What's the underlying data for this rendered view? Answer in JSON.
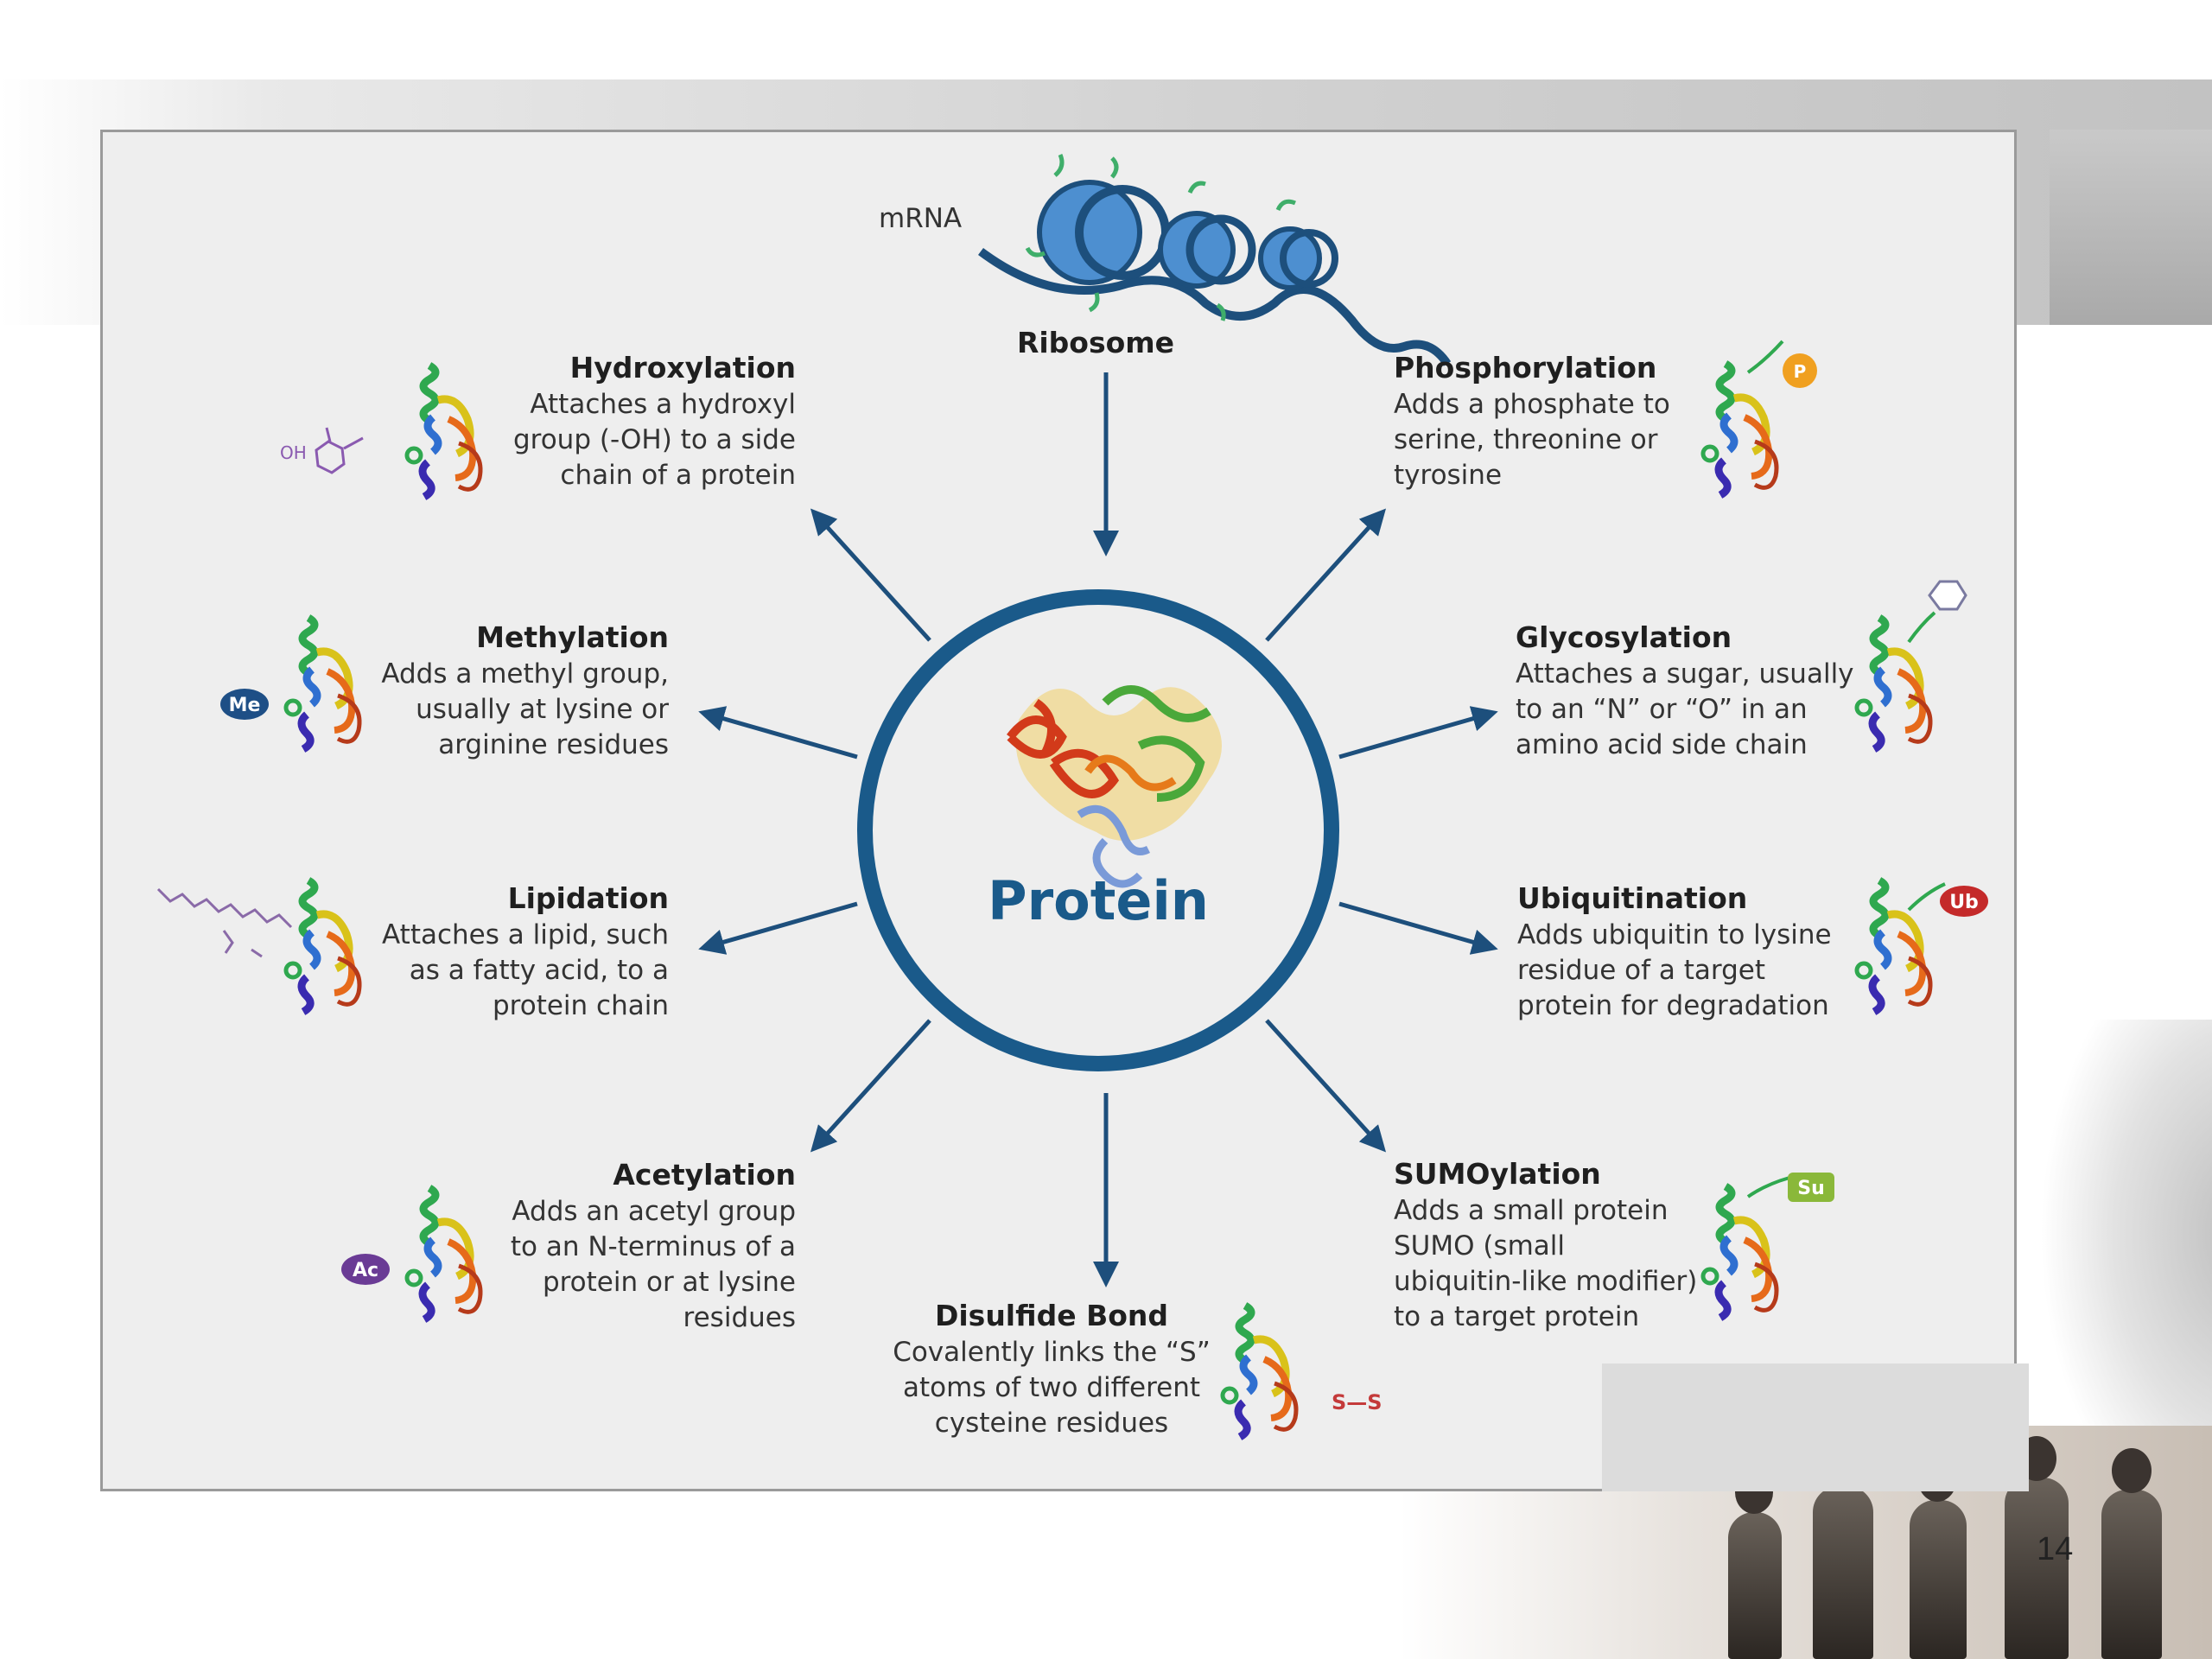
{
  "top": {
    "mrna_label": "mRNA",
    "ribosome_label": "Ribosome"
  },
  "center": {
    "label": "Protein"
  },
  "modifications": [
    {
      "title": "Hydroxylation",
      "lines": [
        "Attaches a hydroxyl",
        "group (-OH)  to a side",
        "chain of a protein"
      ],
      "tag": "OH"
    },
    {
      "title": "Methylation",
      "lines": [
        "Adds a methyl group,",
        "usually at lysine or",
        "arginine residues"
      ],
      "tag": "Me"
    },
    {
      "title": "Lipidation",
      "lines": [
        "Attaches a lipid, such",
        "as a fatty acid, to a",
        "protein chain"
      ],
      "tag": ""
    },
    {
      "title": "Acetylation",
      "lines": [
        "Adds an acetyl group",
        "to an N-terminus of a",
        "protein or at lysine",
        "residues"
      ],
      "tag": "Ac"
    },
    {
      "title": "Disulfide Bond",
      "lines": [
        "Covalently links the “S”",
        "atoms of two different",
        "cysteine residues"
      ],
      "tag": "S—S"
    },
    {
      "title": "Phosphorylation",
      "lines": [
        "Adds a phosphate to",
        "serine, threonine or",
        "tyrosine"
      ],
      "tag": "P"
    },
    {
      "title": "Glycosylation",
      "lines": [
        "Attaches a sugar, usually",
        "to an “N” or “O” in an",
        "amino acid side chain"
      ],
      "tag": ""
    },
    {
      "title": "Ubiquitination",
      "lines": [
        "Adds ubiquitin to lysine",
        "residue of a target",
        "protein for degradation"
      ],
      "tag": "Ub"
    },
    {
      "title": "SUMOylation",
      "lines": [
        "Adds a small protein",
        "SUMO (small",
        "ubiquitin-like modifier)",
        "to a target protein"
      ],
      "tag": "Su"
    }
  ],
  "colors": {
    "circle": "#1a5a8a",
    "arrow": "#1d4f7c",
    "phosphate": "#f0a020",
    "methyl": "#1e4f86",
    "acetyl": "#6a3b95",
    "ubiquitin": "#c42a2a",
    "sumo": "#8ab83a"
  },
  "footer": {
    "page_number": "14"
  }
}
